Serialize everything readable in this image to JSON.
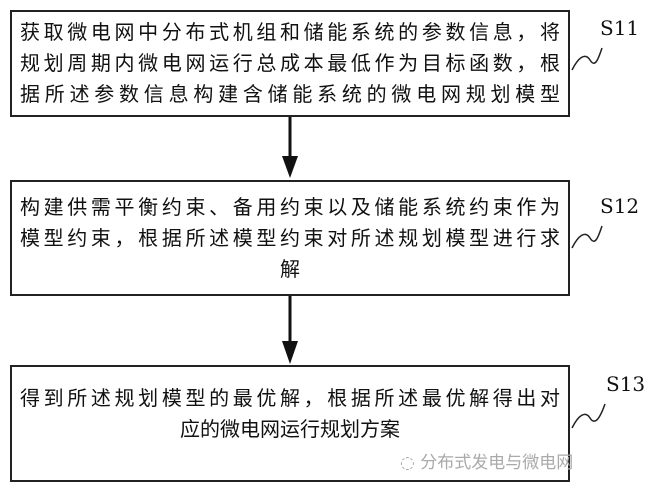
{
  "steps": [
    {
      "label": "S11",
      "lines": [
        "获取微电网中分布式机组和储能系统的参数信息，将",
        "规划周期内微电网运行总成本最低作为目标函数，根",
        "据所述参数信息构建含储能系统的微电网规划模型"
      ]
    },
    {
      "label": "S12",
      "lines": [
        "构建供需平衡约束、备用约束以及储能系统约束作为",
        "模型约束，根据所述模型约束对所述规划模型进行求",
        "解"
      ]
    },
    {
      "label": "S13",
      "lines": [
        "得到所述规划模型的最优解，根据所述最优解得出对",
        "应的微电网运行规划方案"
      ]
    }
  ],
  "watermark": "分布式发电与微电网"
}
